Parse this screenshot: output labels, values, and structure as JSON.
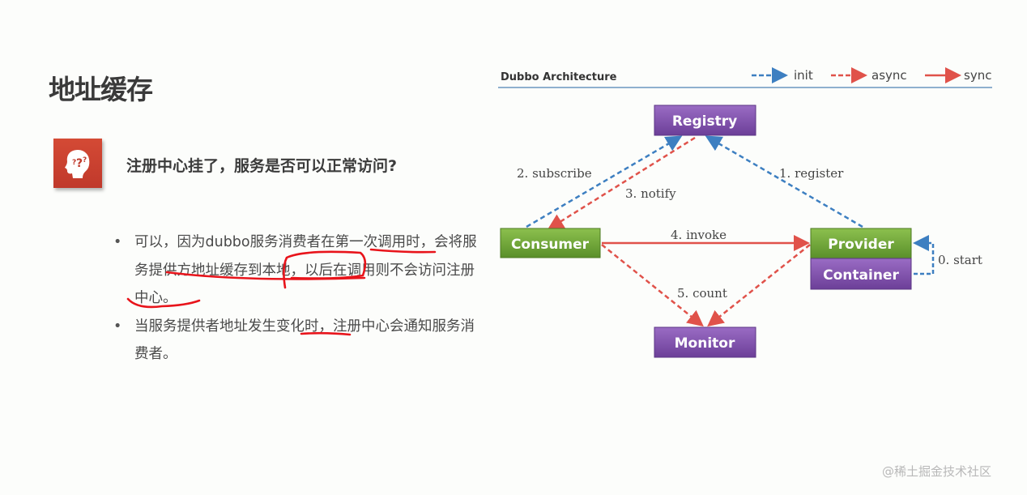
{
  "slide": {
    "title": "地址缓存",
    "question": "注册中心挂了，服务是否可以正常访问?",
    "icon": "question-head-icon",
    "bullets": [
      "可以，因为dubbo服务消费者在第一次调用时，会将服务提供方地址缓存到本地，以后在调用则不会访问注册中心。",
      "当服务提供者地址发生变化时，注册中心会通知服务消费者。"
    ]
  },
  "diagram": {
    "title": "Dubbo Architecture",
    "legend": [
      {
        "label": "init",
        "style": "dashed",
        "color": "#3d7fc1"
      },
      {
        "label": "async",
        "style": "dashed",
        "color": "#e0524a"
      },
      {
        "label": "sync",
        "style": "solid",
        "color": "#e0524a"
      }
    ],
    "nodes": {
      "registry": "Registry",
      "consumer": "Consumer",
      "provider": "Provider",
      "container": "Container",
      "monitor": "Monitor"
    },
    "edges": {
      "start": "0. start",
      "register": "1. register",
      "subscribe": "2. subscribe",
      "notify": "3. notify",
      "invoke": "4. invoke",
      "count": "5. count"
    },
    "colors": {
      "purple": "#7b4fa6",
      "green": "#6fa03a",
      "blue": "#3d7fc1",
      "red": "#e0524a"
    }
  },
  "watermark": "@稀土掘金技术社区"
}
